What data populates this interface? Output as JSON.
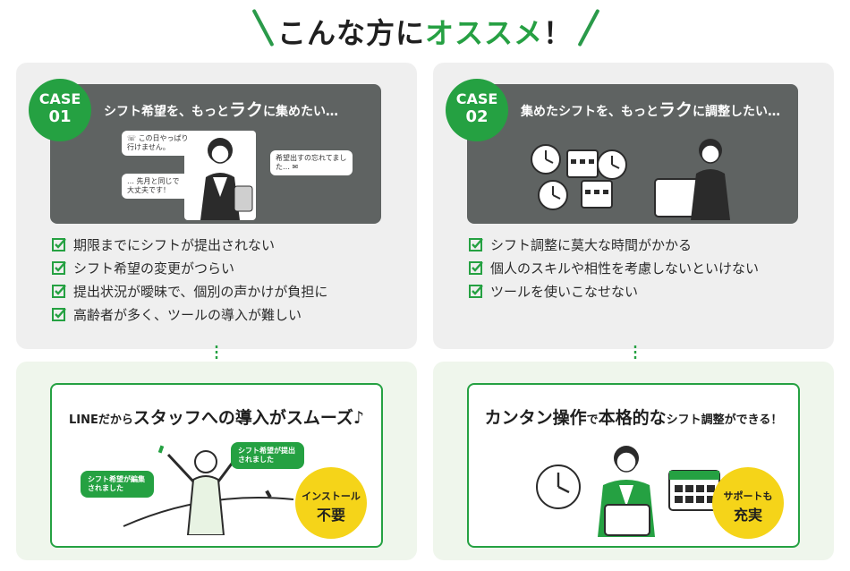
{
  "header": {
    "title_prefix": "こんな方に",
    "title_accent": "オススメ",
    "title_suffix": "！"
  },
  "cases": [
    {
      "badge_word": "CASE",
      "badge_num": "01",
      "heading_pre": "シフト希望を、もっと",
      "heading_big": "ラク",
      "heading_post": "に集めたい…",
      "bubbles": [
        "この日やっぱり行けません。",
        "希望出すの忘れてました…",
        "先月と同じで大丈夫です！"
      ],
      "checks": [
        "期限までにシフトが提出されない",
        "シフト希望の変更がつらい",
        "提出状況が曖昧で、個別の声かけが負担に",
        "高齢者が多く、ツールの導入が難しい"
      ],
      "solution_small_pre": "LINEだから",
      "solution_big": "スタッフへの導入がスムーズ♪",
      "solution_small_post": "",
      "solution_bubbles": [
        "シフト希望が提出されました",
        "シフト希望が編集されました"
      ],
      "circle_line1": "インストール",
      "circle_line2": "不要"
    },
    {
      "badge_word": "CASE",
      "badge_num": "02",
      "heading_pre": "集めたシフトを、もっと",
      "heading_big": "ラク",
      "heading_post": "に調整したい…",
      "bubbles": [],
      "checks": [
        "シフト調整に莫大な時間がかかる",
        "個人のスキルや相性を考慮しないといけない",
        "ツールを使いこなせない"
      ],
      "solution_small_pre": "",
      "solution_big": "カンタン操作",
      "solution_small_mid": "で",
      "solution_big2": "本格的な",
      "solution_small_post": "シフト調整ができる！",
      "solution_bubbles": [],
      "circle_line1": "サポートも",
      "circle_line2": "充実"
    }
  ],
  "colors": {
    "accent_green": "#25a142",
    "panel_gray": "#5f6362",
    "card_gray": "#efefef",
    "card_green": "#eff6ec",
    "circle_yellow": "#f5d419"
  },
  "icons": [
    "check-box-icon",
    "down-arrow-icon",
    "clock-icon",
    "calendar-icon",
    "laptop-icon",
    "phone-icon",
    "mail-icon",
    "chat-icon"
  ]
}
